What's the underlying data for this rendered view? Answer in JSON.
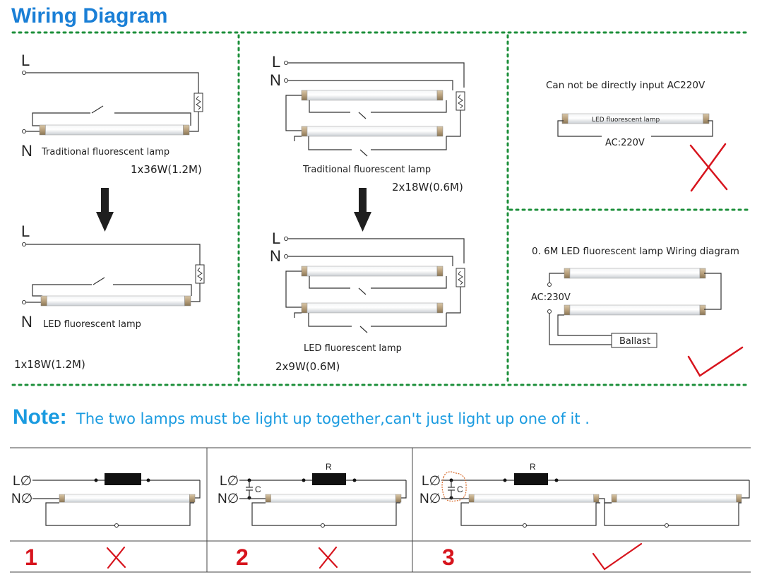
{
  "title": "Wiring Diagram",
  "panels": {
    "p1": {
      "top_L": "L",
      "top_N": "N",
      "top_caption": "Traditional fluorescent lamp",
      "top_spec": "1x36W(1.2M)",
      "bot_L": "L",
      "bot_N": "N",
      "bot_caption": "LED fluorescent lamp",
      "bot_spec": "1x18W(1.2M)"
    },
    "p2": {
      "top_L": "L",
      "top_N": "N",
      "top_caption": "Traditional fluorescent lamp",
      "top_spec": "2x18W(0.6M)",
      "bot_L": "L",
      "bot_N": "N",
      "bot_caption": "LED fluorescent lamp",
      "bot_spec": "2x9W(0.6M)"
    },
    "p3": {
      "heading": "Can not be directly input AC220V",
      "lamp_label": "LED fluorescent lamp",
      "ac_label": "AC:220V",
      "mark": "cross"
    },
    "p4": {
      "heading": "0. 6M LED fluorescent lamp Wiring diagram",
      "ac_label": "AC:230V",
      "ballast_label": "Ballast",
      "mark": "check"
    }
  },
  "note": {
    "heading": "Note:",
    "text": "The two lamps must be light up together,can't just light up one of it ."
  },
  "table": {
    "cells": [
      {
        "L": "L∅",
        "N": "N∅",
        "R": "",
        "C": "",
        "number": "1",
        "mark": "cross"
      },
      {
        "L": "L∅",
        "N": "N∅",
        "R": "R",
        "C": "C",
        "number": "2",
        "mark": "cross"
      },
      {
        "L": "L∅",
        "N": "N∅",
        "R": "R",
        "C": "C",
        "number": "3",
        "mark": "check"
      }
    ]
  },
  "colors": {
    "title": "#1a7fd6",
    "note": "#1a9be0",
    "grid_dots": "#1c8f3a",
    "mark": "#d7141d"
  }
}
